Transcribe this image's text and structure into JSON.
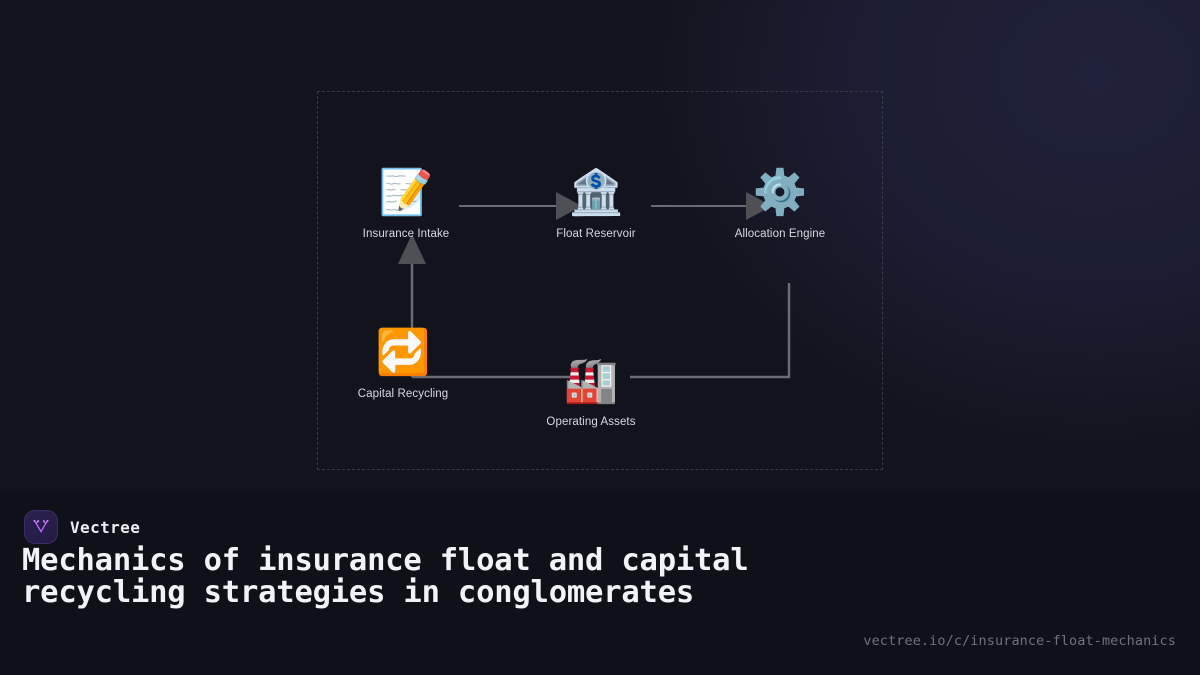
{
  "theme": {
    "background": "#13131d",
    "footer_background": "#101018",
    "frame_border": "#3a3a45",
    "edge_color": "#6b6b73",
    "arrow_fill": "#4f4f56",
    "label_color": "#d8d8dd",
    "headline_color": "#f2f3f7",
    "url_color": "#6f717e",
    "brand_accent": "#c06bff"
  },
  "diagram": {
    "type": "flow-diagram",
    "frame": {
      "style": "dashed"
    },
    "nodes": [
      {
        "id": "insurance-intake",
        "label": "Insurance Intake",
        "icon": "memo-icon",
        "glyph": "📝"
      },
      {
        "id": "float-reservoir",
        "label": "Float Reservoir",
        "icon": "bank-icon",
        "glyph": "🏦"
      },
      {
        "id": "allocation-engine",
        "label": "Allocation Engine",
        "icon": "gear-icon",
        "glyph": "⚙️"
      },
      {
        "id": "capital-recycling",
        "label": "Capital Recycling",
        "icon": "recycle-swap-icon",
        "glyph": "🔁"
      },
      {
        "id": "operating-assets",
        "label": "Operating Assets",
        "icon": "factory-icon",
        "glyph": "🏭"
      }
    ],
    "edges": [
      {
        "from": "insurance-intake",
        "to": "float-reservoir",
        "arrow": true
      },
      {
        "from": "float-reservoir",
        "to": "allocation-engine",
        "arrow": true
      },
      {
        "from": "allocation-engine",
        "to": "operating-assets",
        "arrow": false
      },
      {
        "from": "operating-assets",
        "to": "capital-recycling",
        "arrow": false
      },
      {
        "from": "capital-recycling",
        "to": "insurance-intake",
        "arrow": true
      }
    ]
  },
  "footer": {
    "brand_name": "Vectree",
    "headline": "Mechanics of insurance float and capital recycling strategies in conglomerates",
    "url": "vectree.io/c/insurance-float-mechanics"
  }
}
